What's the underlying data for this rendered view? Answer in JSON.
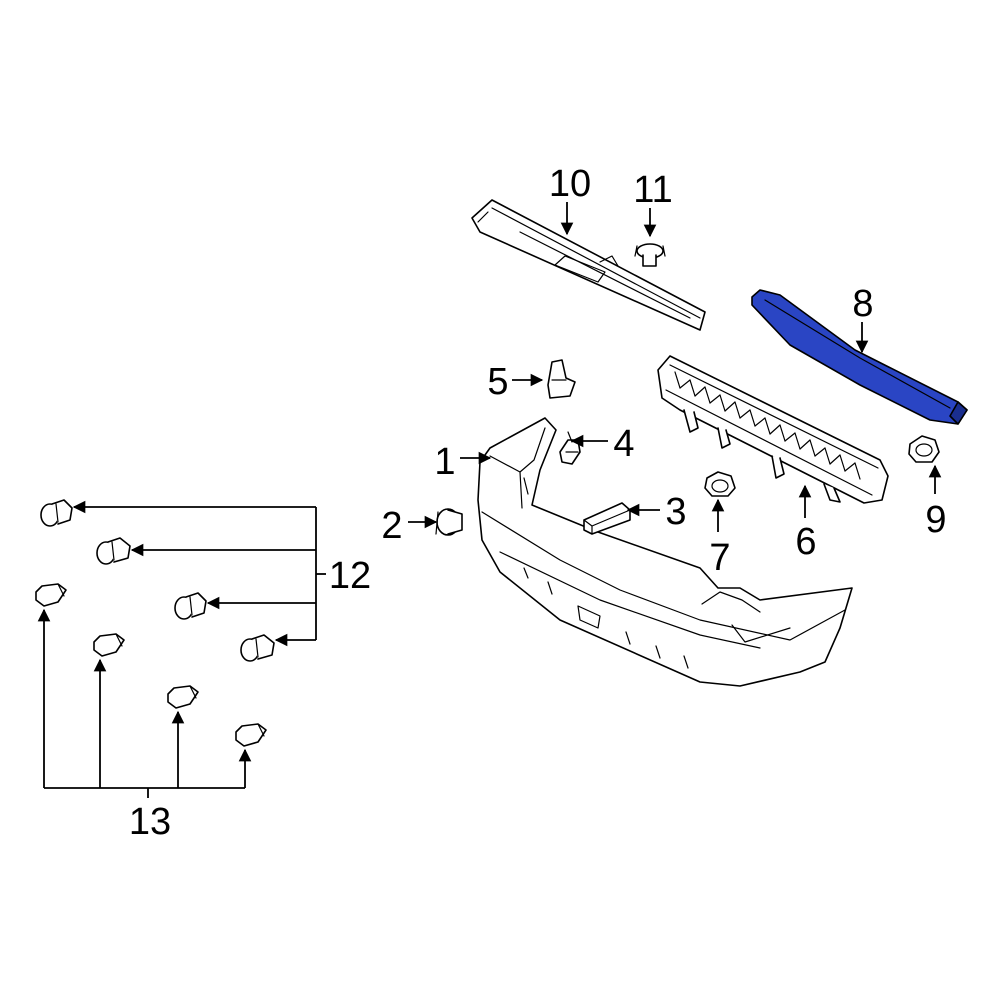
{
  "colors": {
    "background": "#ffffff",
    "line": "#000000",
    "highlight": "#2a45c4",
    "highlight_dark": "#1a2e8f"
  },
  "callouts": {
    "c1": "1",
    "c2": "2",
    "c3": "3",
    "c4": "4",
    "c5": "5",
    "c6": "6",
    "c7": "7",
    "c8": "8",
    "c9": "9",
    "c10": "10",
    "c11": "11",
    "c12": "12",
    "c13": "13"
  },
  "highlighted_part": "8"
}
